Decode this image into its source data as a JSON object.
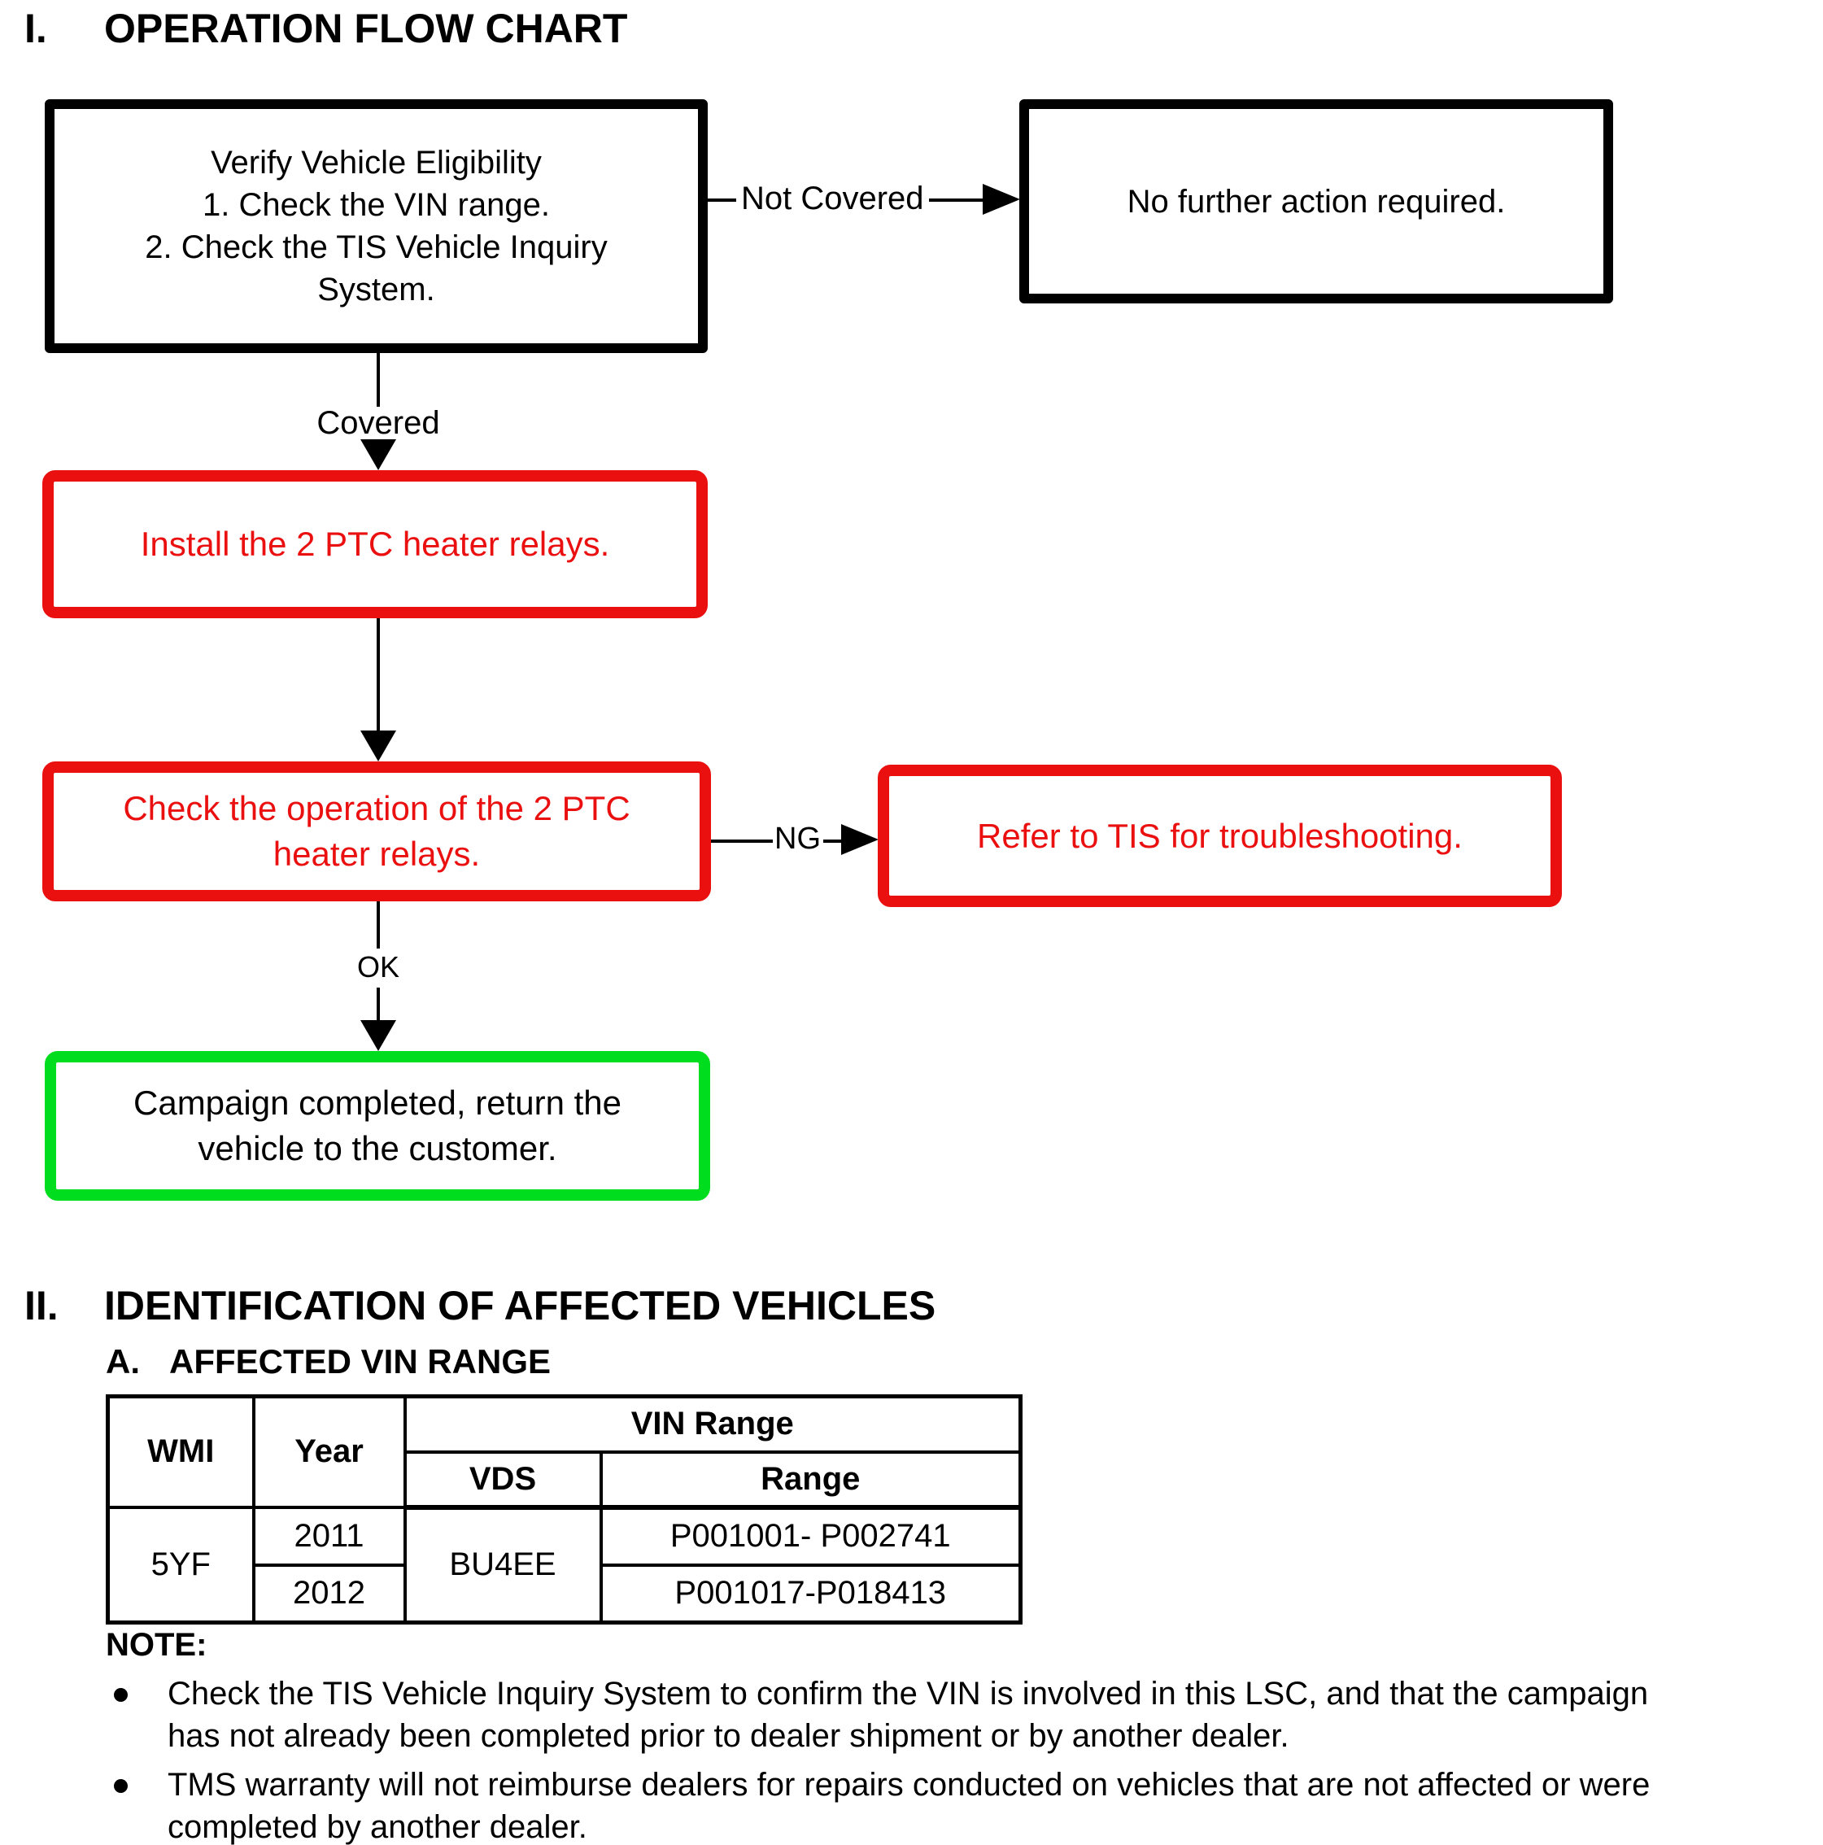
{
  "colors": {
    "black": "#000000",
    "red": "#ea1010",
    "green": "#00dc1e"
  },
  "section1": {
    "numeral": "I.",
    "title": "OPERATION FLOW CHART"
  },
  "flowchart": {
    "verify_box": "Verify Vehicle Eligibility\n1. Check the VIN range.\n2. Check the TIS Vehicle Inquiry\nSystem.",
    "not_covered_label": "Not Covered",
    "no_action_box": "No further action required.",
    "covered_label": "Covered",
    "install_box": "Install the 2 PTC heater relays.",
    "check_box": "Check the operation of the 2 PTC\nheater relays.",
    "ng_label": "NG",
    "refer_box": "Refer to TIS for troubleshooting.",
    "ok_label": "OK",
    "campaign_box": "Campaign completed, return the\nvehicle to the customer."
  },
  "section2": {
    "numeral": "II.",
    "title": "IDENTIFICATION OF AFFECTED VEHICLES",
    "subsection": {
      "letter": "A.",
      "title": "AFFECTED VIN RANGE"
    },
    "table": {
      "headers": {
        "wmi": "WMI",
        "year": "Year",
        "vin_range": "VIN Range",
        "vds": "VDS",
        "range": "Range"
      },
      "wmi_value": "5YF",
      "vds_value": "BU4EE",
      "rows": [
        {
          "year": "2011",
          "range": "P001001- P002741"
        },
        {
          "year": "2012",
          "range": "P001017-P018413"
        }
      ]
    },
    "note": {
      "label": "NOTE:",
      "bullets": [
        "Check the TIS Vehicle Inquiry System to confirm the VIN is involved in this LSC, and that the campaign\nhas not already been completed prior to dealer shipment or by another dealer.",
        "TMS warranty will not reimburse dealers for repairs conducted on vehicles that are not affected or were\ncompleted by another dealer."
      ]
    }
  }
}
